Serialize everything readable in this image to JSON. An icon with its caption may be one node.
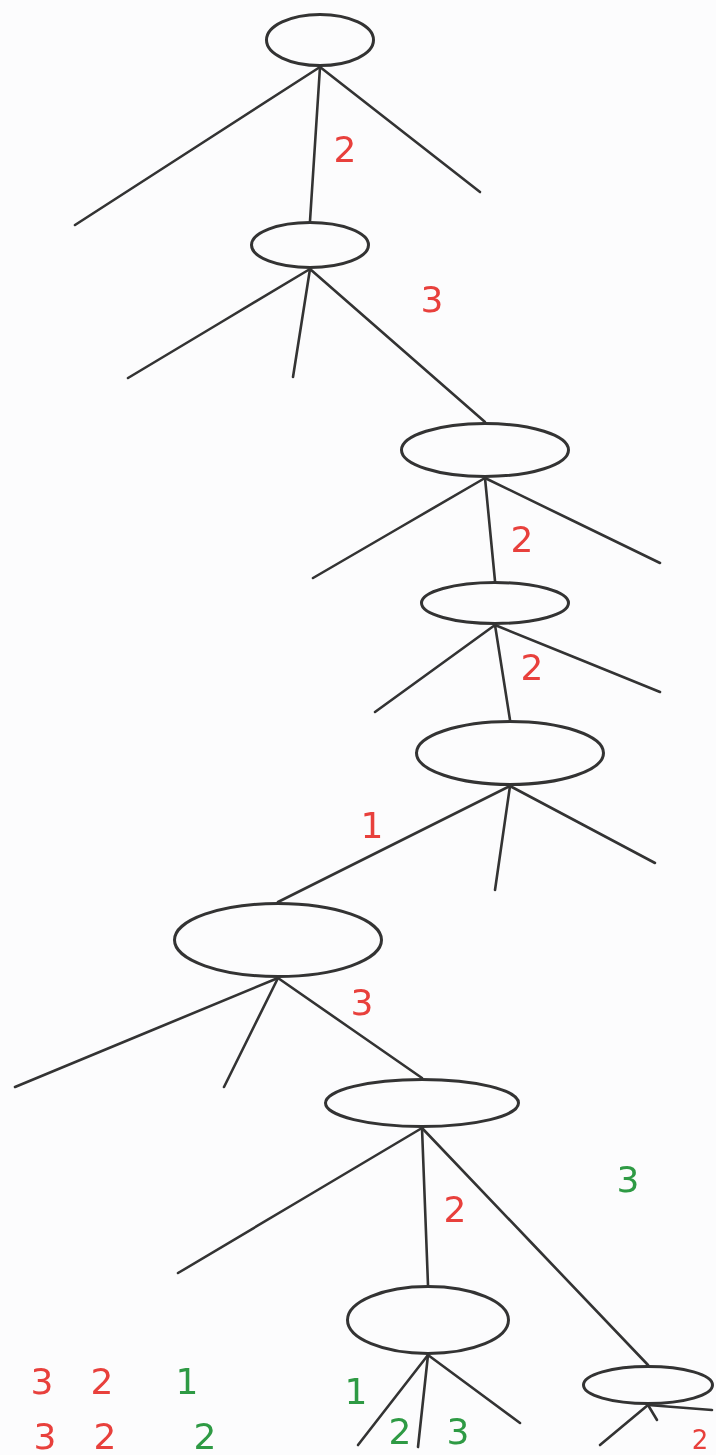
{
  "diagram": {
    "nodes": [
      {
        "text": [],
        "shape": "ellipse"
      },
      {
        "text": [],
        "shape": "ellipse"
      },
      {
        "text": [],
        "shape": "ellipse"
      },
      {
        "text": [],
        "shape": "ellipse"
      },
      {
        "text": [],
        "shape": "ellipse"
      },
      {
        "text": [],
        "shape": "ellipse"
      },
      {
        "text": [],
        "shape": "ellipse"
      },
      {
        "text": [],
        "shape": "ellipse"
      },
      {
        "text": [],
        "shape": "ellipse"
      }
    ],
    "edges": [
      {
        "from": 0,
        "to": null,
        "arrow": "none"
      },
      {
        "from": 0,
        "to": 1,
        "arrow": "none",
        "label": "2"
      },
      {
        "from": 0,
        "to": null,
        "arrow": "none"
      },
      {
        "from": 1,
        "to": null,
        "arrow": "none"
      },
      {
        "from": 1,
        "to": null,
        "arrow": "none"
      },
      {
        "from": 1,
        "to": 2,
        "arrow": "none",
        "label": "3"
      },
      {
        "from": 2,
        "to": null,
        "arrow": "none"
      },
      {
        "from": 2,
        "to": 3,
        "arrow": "none",
        "label": "2"
      },
      {
        "from": 2,
        "to": null,
        "arrow": "none"
      },
      {
        "from": 3,
        "to": null,
        "arrow": "none"
      },
      {
        "from": 3,
        "to": 4,
        "arrow": "none",
        "label": "2"
      },
      {
        "from": 3,
        "to": null,
        "arrow": "none"
      },
      {
        "from": 4,
        "to": 5,
        "arrow": "none",
        "label": "1"
      },
      {
        "from": 4,
        "to": null,
        "arrow": "none"
      },
      {
        "from": 4,
        "to": null,
        "arrow": "none"
      },
      {
        "from": 5,
        "to": null,
        "arrow": "none"
      },
      {
        "from": 5,
        "to": null,
        "arrow": "none"
      },
      {
        "from": 5,
        "to": 6,
        "arrow": "none",
        "label": "3"
      },
      {
        "from": 6,
        "to": null,
        "arrow": "none"
      },
      {
        "from": 6,
        "to": 7,
        "arrow": "none",
        "label": "2"
      },
      {
        "from": 6,
        "to": 8,
        "arrow": "none",
        "label": "3"
      },
      {
        "from": 7,
        "to": null,
        "arrow": "none",
        "label": "1"
      },
      {
        "from": 7,
        "to": null,
        "arrow": "none",
        "label": "2"
      },
      {
        "from": 7,
        "to": null,
        "arrow": "none",
        "label": "3"
      },
      {
        "from": 8,
        "to": null,
        "arrow": "none"
      },
      {
        "from": 8,
        "to": null,
        "arrow": "none"
      },
      {
        "from": 8,
        "to": null,
        "arrow": "none"
      }
    ],
    "labels": [
      "3",
      "2",
      "1",
      "3",
      "2",
      "2",
      "2"
    ]
  }
}
